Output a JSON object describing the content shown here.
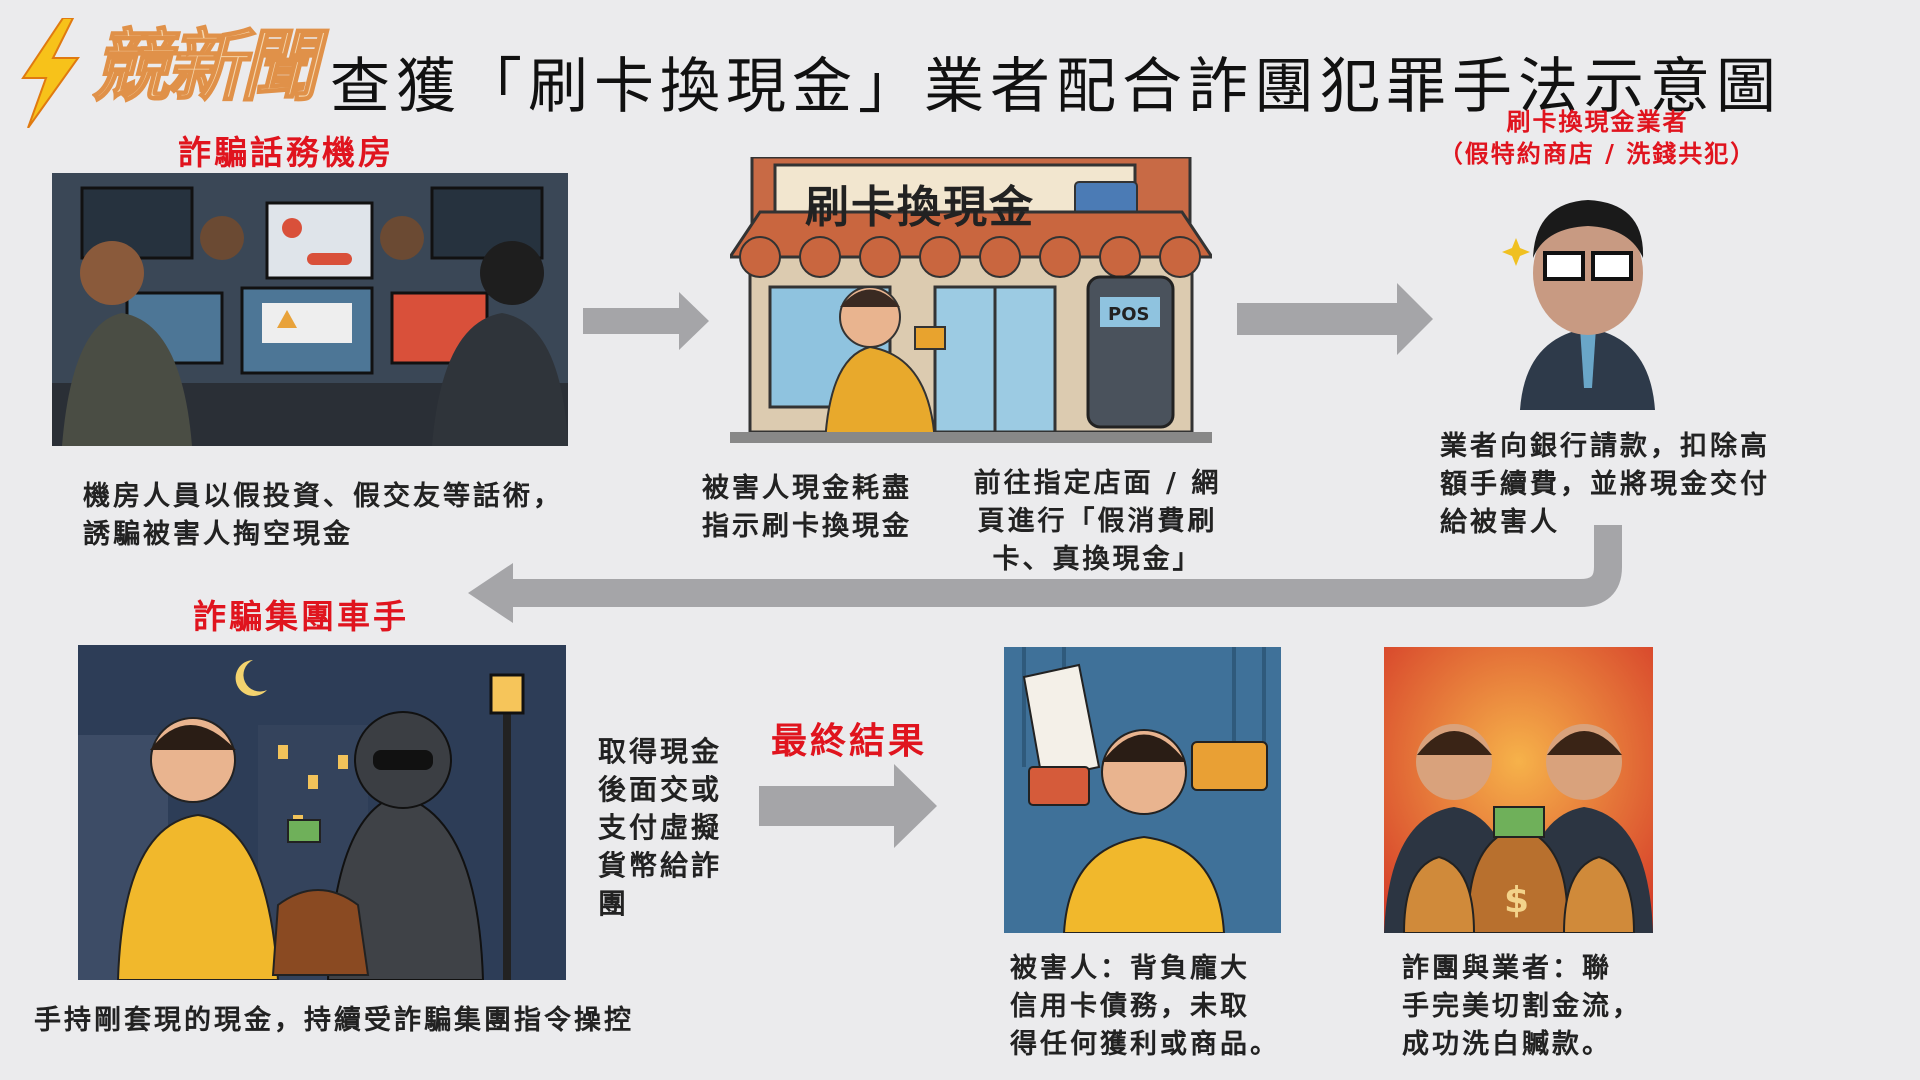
{
  "title": "查獲「刷卡換現金」業者配合詐團犯罪手法示意圖",
  "logo": "競新聞",
  "sections": {
    "call_center": {
      "label": "詐騙話務機房",
      "caption": [
        "機房人員以假投資、假交友等話術，",
        "誘騙被害人掏空現金"
      ]
    },
    "shop": {
      "sign": "刷卡換現金",
      "pos_label": "POS",
      "caption_victim": [
        "被害人現金耗盡",
        "指示刷卡換現金"
      ],
      "caption_action": [
        "前往指定店面 / 網",
        "頁進行「假消費刷",
        "卡、真換現金」"
      ]
    },
    "merchant": {
      "label": [
        "刷卡換現金業者",
        "（假特約商店 / 洗錢共犯）"
      ],
      "caption": [
        "業者向銀行請款，扣除高",
        "額手續費，並將現金交付",
        "給被害人"
      ]
    },
    "courier": {
      "label": "詐騙集團車手",
      "caption": "手持剛套現的現金，持續受詐騙集團指令操控",
      "handoff": [
        "取得現金",
        "後面交或",
        "支付虛擬",
        "貨幣給詐",
        "團"
      ]
    },
    "result": {
      "label": "最終結果",
      "victim_caption": [
        "被害人：背負龐大",
        "信用卡債務，未取",
        "得任何獲利或商品。"
      ],
      "gang_caption": [
        "詐團與業者：聯",
        "手完美切割金流，",
        "成功洗白贓款。"
      ]
    }
  },
  "colors": {
    "accent_red": "#e0141e",
    "arrow_gray": "#a5a5a8",
    "background": "#ebebed"
  }
}
